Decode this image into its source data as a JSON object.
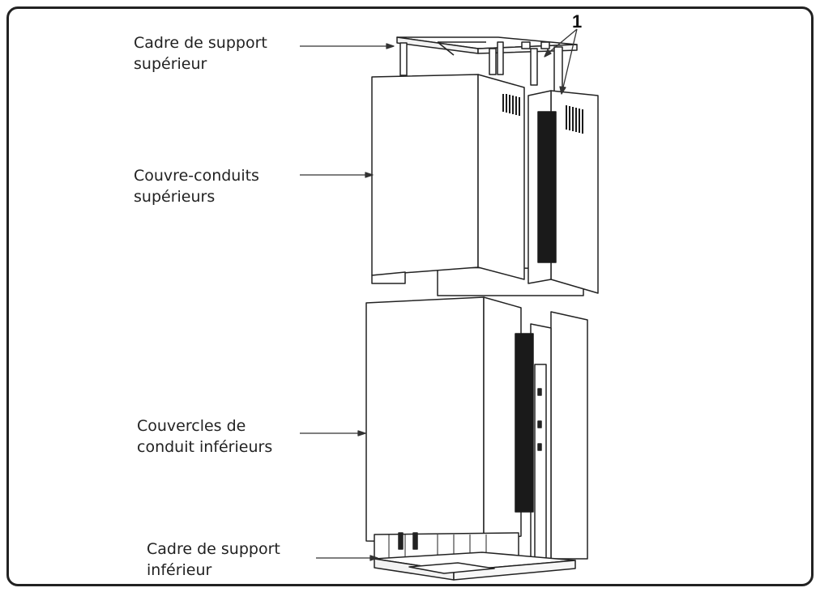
{
  "labels": {
    "upper_frame": "Cadre de support\nsupérieur",
    "upper_covers": "Couvre-conduits\nsupérieurs",
    "lower_covers": "Couvercles de\nconduit inférieurs",
    "lower_frame": "Cadre de support\ninférieur"
  },
  "callout_number": "1",
  "colors": {
    "line": "#222222",
    "panel": "#ffffff",
    "shade": "#f0f0f0",
    "vent": "#1a1a1a"
  }
}
